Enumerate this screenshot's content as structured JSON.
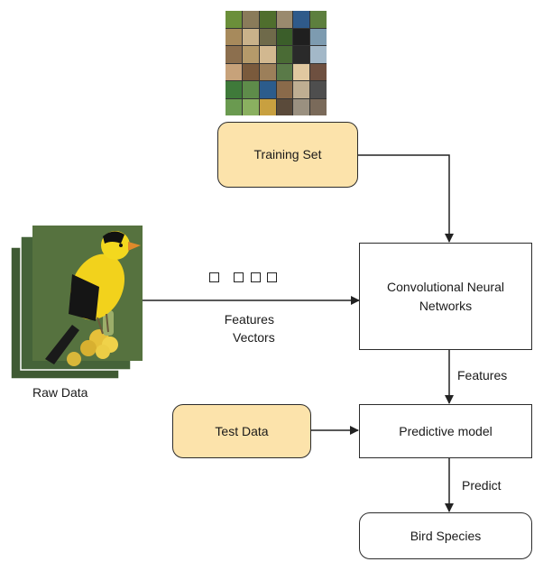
{
  "nodes": {
    "training_set": "Training Set",
    "cnn_line1": "Convolutional Neural",
    "cnn_line2": "Networks",
    "test_data": "Test Data",
    "predictive_model": "Predictive model",
    "bird_species": "Bird Species"
  },
  "edge_labels": {
    "features_vectors_line1": "Features",
    "features_vectors_line2": "Vectors",
    "features": "Features",
    "predict": "Predict"
  },
  "images": {
    "raw_data_caption": "Raw Data"
  },
  "colors": {
    "input_box_fill": "#fce3ab",
    "box_border": "#2b2b2b",
    "arrow": "#222222"
  }
}
